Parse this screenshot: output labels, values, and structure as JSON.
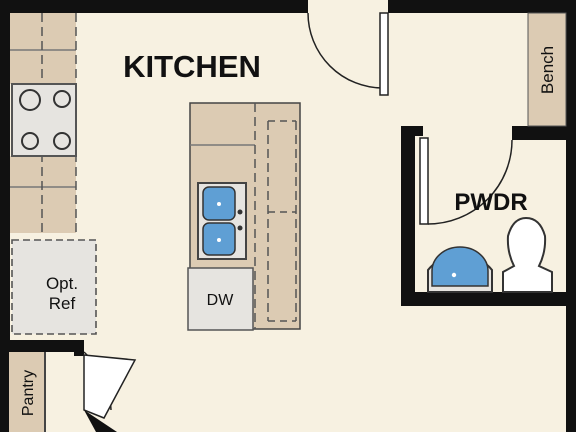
{
  "rooms": {
    "kitchen": "KITCHEN",
    "powder": "PWDR",
    "pantry": "Pantry"
  },
  "fixtures": {
    "bench": "Bench",
    "dishwasher": "DW",
    "fridge_line1": "Opt.",
    "fridge_line2": "Ref"
  },
  "colors": {
    "floor": "#f7f1e1",
    "wall": "#111111",
    "cabinet": "#dccbb3",
    "appliance": "#e6e4e0",
    "sink_water": "#5f9fd4"
  }
}
